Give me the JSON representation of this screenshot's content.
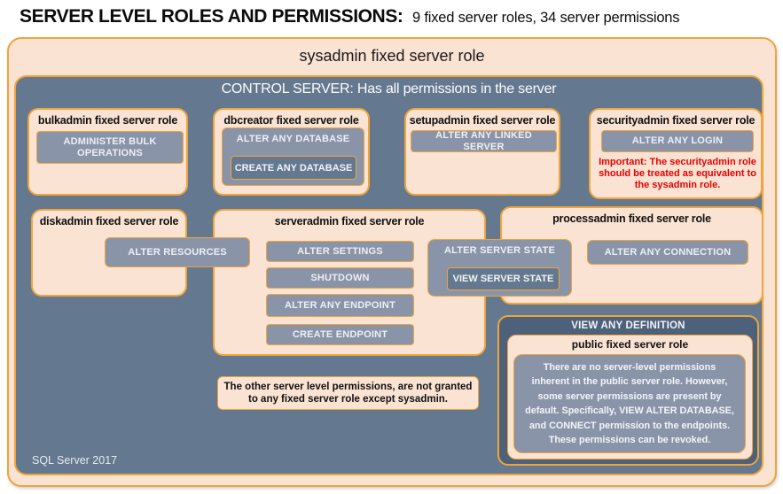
{
  "header": {
    "title": "SERVER LEVEL ROLES AND PERMISSIONS:",
    "subtitle": "9 fixed server roles, 34 server permissions"
  },
  "sysadmin": {
    "title": "sysadmin fixed server role"
  },
  "control_server": {
    "title": "CONTROL SERVER: Has all permissions in the server"
  },
  "footer": {
    "label": "SQL Server 2017"
  },
  "roles": {
    "bulkadmin": {
      "title": "bulkadmin fixed server role",
      "permission": "ADMINISTER BULK OPERATIONS"
    },
    "dbcreator": {
      "title": "dbcreator fixed server role",
      "permission_outer": "ALTER ANY DATABASE",
      "permission_nested": "CREATE ANY DATABASE"
    },
    "setupadmin": {
      "title": "setupadmin fixed server role",
      "permission": "ALTER ANY LINKED SERVER"
    },
    "securityadmin": {
      "title": "securityadmin fixed server role",
      "permission": "ALTER ANY LOGIN",
      "warning": "Important: The securityadmin role should be treated as equivalent to the sysadmin role."
    },
    "diskadmin": {
      "title": "diskadmin fixed server role",
      "permission": "ALTER RESOURCES"
    },
    "serveradmin": {
      "title": "serveradmin fixed server role",
      "permissions": [
        "ALTER SETTINGS",
        "SHUTDOWN",
        "ALTER ANY ENDPOINT",
        "CREATE ENDPOINT"
      ],
      "permission_state_outer": "ALTER SERVER STATE",
      "permission_state_nested": "VIEW SERVER STATE"
    },
    "processadmin": {
      "title": "processadmin fixed server role",
      "permission": "ALTER ANY CONNECTION"
    },
    "public": {
      "title": "public fixed server role",
      "permission_outer": "VIEW ANY DEFINITION",
      "note": "There are no server-level permissions inherent in the public server role. However, some server permissions are present by default. Specifically, VIEW ALTER DATABASE, and CONNECT permission to the endpoints. These permissions can be revoked."
    }
  },
  "notes": {
    "other_permissions": "The other server level permissions, are not granted to any fixed server role except sysadmin."
  },
  "colors": {
    "gold_border": "#EFA43C",
    "peach_fill": "#FAE3D3",
    "slate_fill": "#64788F",
    "slate_light_fill": "#8A94A8",
    "slate_dark_fill": "#4E617A",
    "warning_red": "#E60000"
  }
}
